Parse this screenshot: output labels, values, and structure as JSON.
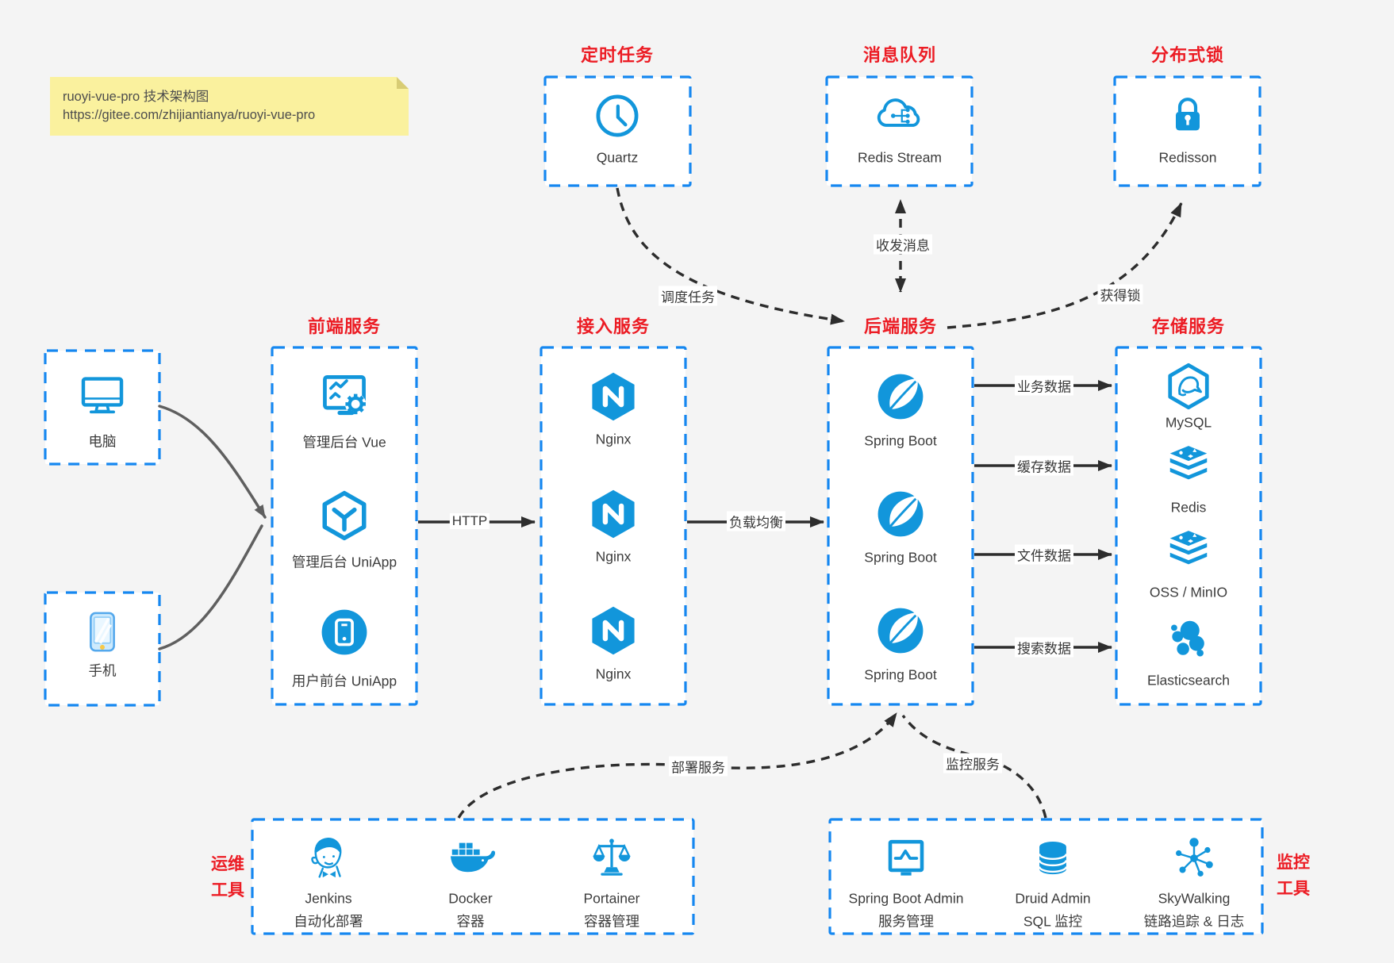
{
  "sticky_note": {
    "title": "ruoyi-vue-pro 技术架构图",
    "url": "https://gitee.com/zhijiantianya/ruoyi-vue-pro"
  },
  "top_groups": [
    {
      "title": "定时任务",
      "item": {
        "label": "Quartz",
        "icon": "clock-icon"
      }
    },
    {
      "title": "消息队列",
      "item": {
        "label": "Redis Stream",
        "icon": "cloud-network-icon"
      }
    },
    {
      "title": "分布式锁",
      "item": {
        "label": "Redisson",
        "icon": "lock-icon"
      }
    }
  ],
  "clients": [
    {
      "label": "电脑",
      "icon": "desktop-icon"
    },
    {
      "label": "手机",
      "icon": "mobile-phone-icon"
    }
  ],
  "columns": [
    {
      "title": "前端服务",
      "items": [
        {
          "label": "管理后台 Vue",
          "icon": "admin-vue-icon"
        },
        {
          "label": "管理后台 UniApp",
          "icon": "uniapp-cube-icon"
        },
        {
          "label": "用户前台 UniApp",
          "icon": "user-app-icon"
        }
      ]
    },
    {
      "title": "接入服务",
      "items": [
        {
          "label": "Nginx",
          "icon": "nginx-icon"
        },
        {
          "label": "Nginx",
          "icon": "nginx-icon"
        },
        {
          "label": "Nginx",
          "icon": "nginx-icon"
        }
      ]
    },
    {
      "title": "后端服务",
      "items": [
        {
          "label": "Spring Boot",
          "icon": "spring-boot-icon"
        },
        {
          "label": "Spring Boot",
          "icon": "spring-boot-icon"
        },
        {
          "label": "Spring Boot",
          "icon": "spring-boot-icon"
        }
      ]
    },
    {
      "title": "存储服务",
      "items": [
        {
          "label": "MySQL",
          "icon": "mysql-icon"
        },
        {
          "label": "Redis",
          "icon": "redis-stack-icon"
        },
        {
          "label": "OSS / MinIO",
          "icon": "storage-stack-icon"
        },
        {
          "label": "Elasticsearch",
          "icon": "elasticsearch-icon"
        }
      ]
    }
  ],
  "bottom_groups": [
    {
      "title_line1": "运维",
      "title_line2": "工具",
      "items": [
        {
          "name": "Jenkins",
          "desc": "自动化部署",
          "icon": "jenkins-icon"
        },
        {
          "name": "Docker",
          "desc": "容器",
          "icon": "docker-icon"
        },
        {
          "name": "Portainer",
          "desc": "容器管理",
          "icon": "portainer-icon"
        }
      ]
    },
    {
      "title_line1": "监控",
      "title_line2": "工具",
      "items": [
        {
          "name": "Spring Boot Admin",
          "desc": "服务管理",
          "icon": "monitor-pulse-icon"
        },
        {
          "name": "Druid Admin",
          "desc": "SQL 监控",
          "icon": "database-icon"
        },
        {
          "name": "SkyWalking",
          "desc": "链路追踪 & 日志",
          "icon": "skywalking-icon"
        }
      ]
    }
  ],
  "edge_labels": {
    "http": "HTTP",
    "load_balance": "负载均衡",
    "business_data": "业务数据",
    "cache_data": "缓存数据",
    "file_data": "文件数据",
    "search_data": "搜索数据",
    "schedule_task": "调度任务",
    "send_receive_msg": "收发消息",
    "acquire_lock": "获得锁",
    "deploy_service": "部署服务",
    "monitor_service": "监控服务"
  },
  "colors": {
    "accent_blue": "#1296db",
    "border_blue": "#1587f0",
    "title_red": "#ec1c24",
    "note_bg": "#faf19e",
    "page_bg": "#f4f4f4"
  }
}
